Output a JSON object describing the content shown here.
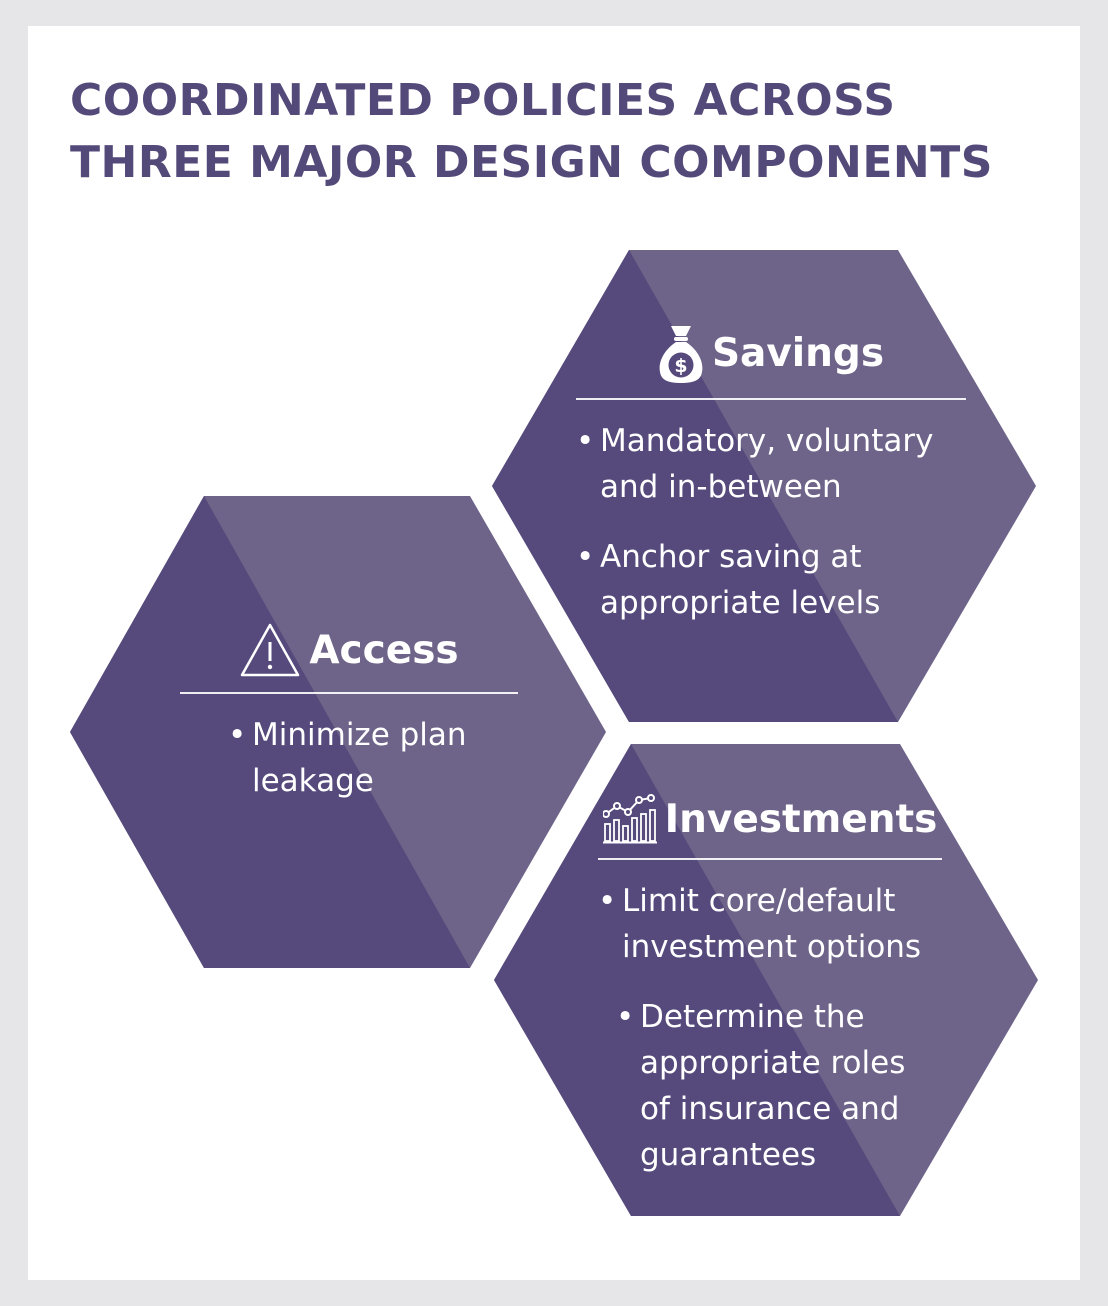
{
  "title": {
    "line1": "COORDINATED POLICIES ACROSS",
    "line2": "THREE MAJOR DESIGN COMPONENTS"
  },
  "colors": {
    "title": "#544a7a",
    "hex_dark": "#564a7c",
    "hex_light": "#6e6388",
    "frame": "#e6e5e8"
  },
  "components": {
    "savings": {
      "label": "Savings",
      "icon": "money-bag-icon",
      "bullets": [
        "Mandatory, voluntary and in-between",
        "Anchor saving at appropriate levels"
      ]
    },
    "access": {
      "label": "Access",
      "icon": "warning-triangle-icon",
      "bullets": [
        "Minimize plan leakage"
      ]
    },
    "investments": {
      "label": "Investments",
      "icon": "bar-chart-trend-icon",
      "bullets": [
        "Limit core/default investment options",
        "Determine the appropriate roles of insurance and guarantees"
      ]
    }
  }
}
